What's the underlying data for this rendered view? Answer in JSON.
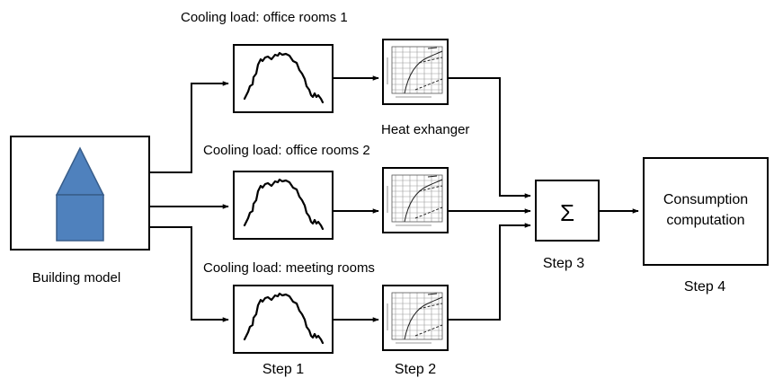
{
  "labels": {
    "building_model": "Building model",
    "cooling_load_1": "Cooling load: office rooms 1",
    "cooling_load_2": "Cooling load: office rooms 2",
    "cooling_load_3": "Cooling load: meeting rooms",
    "heat_exchanger": "Heat exhanger",
    "sum_symbol": "Σ",
    "consumption_line1": "Consumption",
    "consumption_line2": "computation",
    "step1": "Step 1",
    "step2": "Step 2",
    "step3": "Step 3",
    "step4": "Step 4"
  },
  "colors": {
    "house_fill": "#4f81bd",
    "house_stroke": "#385d8a",
    "line": "#000000"
  },
  "icons": {
    "building": "house-icon",
    "load_profile": "load-curve-icon",
    "heat_exchanger_chart": "chart-icon",
    "sum": "sigma-icon"
  }
}
